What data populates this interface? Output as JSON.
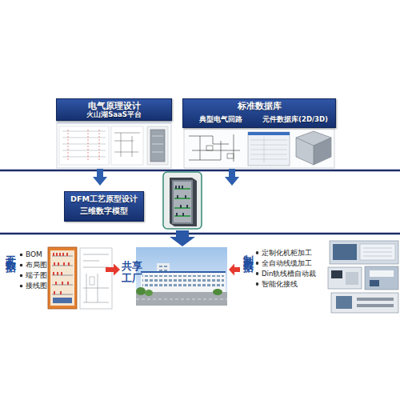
{
  "diagram": {
    "nodes": [
      {
        "text": [
          "电气原理设计",
          "火山湖SaaS平台"
        ]
      },
      {
        "text": [
          "标准数据库",
          "典型电气回路",
          "元件数据库(2D/3D)"
        ]
      },
      {
        "text": [
          "DFM工艺原型设计",
          "三维数字模型"
        ]
      },
      {
        "text": [
          "工艺数据",
          "BOM",
          "布局图",
          "端子图",
          "接线图"
        ]
      },
      {
        "text": [
          "共享工厂"
        ]
      },
      {
        "text": [
          "制造数据",
          "定制化机柜加工",
          "全自动线缆加工",
          "Din轨线槽自动裁",
          "智能化接线"
        ]
      }
    ],
    "edges": [
      {
        "from": 0,
        "to": 2,
        "arrow": "to"
      },
      {
        "from": 1,
        "to": 2,
        "arrow": "to"
      },
      {
        "from": 2,
        "to": 4,
        "arrow": "to"
      },
      {
        "from": 3,
        "to": 4,
        "arrow": "to"
      },
      {
        "from": 5,
        "to": 4,
        "arrow": "to"
      }
    ]
  }
}
